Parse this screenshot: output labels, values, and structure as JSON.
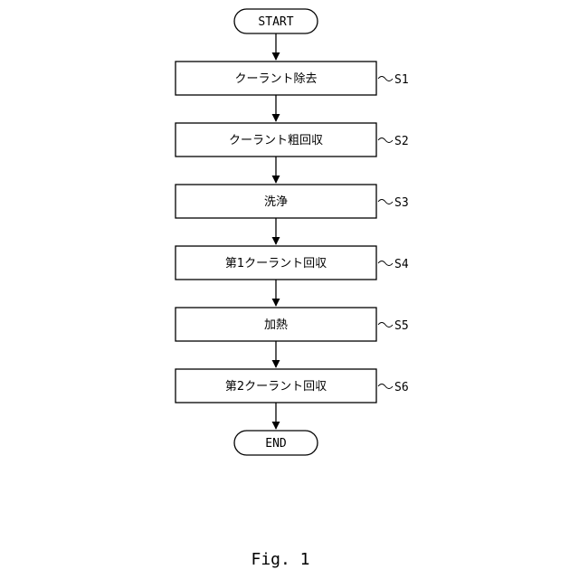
{
  "start": "START",
  "end": "END",
  "steps": [
    {
      "label": "クーラント除去",
      "id": "S1"
    },
    {
      "label": "クーラント粗回収",
      "id": "S2"
    },
    {
      "label": "洗浄",
      "id": "S3"
    },
    {
      "label": "第1クーラント回収",
      "id": "S4"
    },
    {
      "label": "加熱",
      "id": "S5"
    },
    {
      "label": "第2クーラント回収",
      "id": "S6"
    }
  ],
  "caption": "Fig. 1"
}
